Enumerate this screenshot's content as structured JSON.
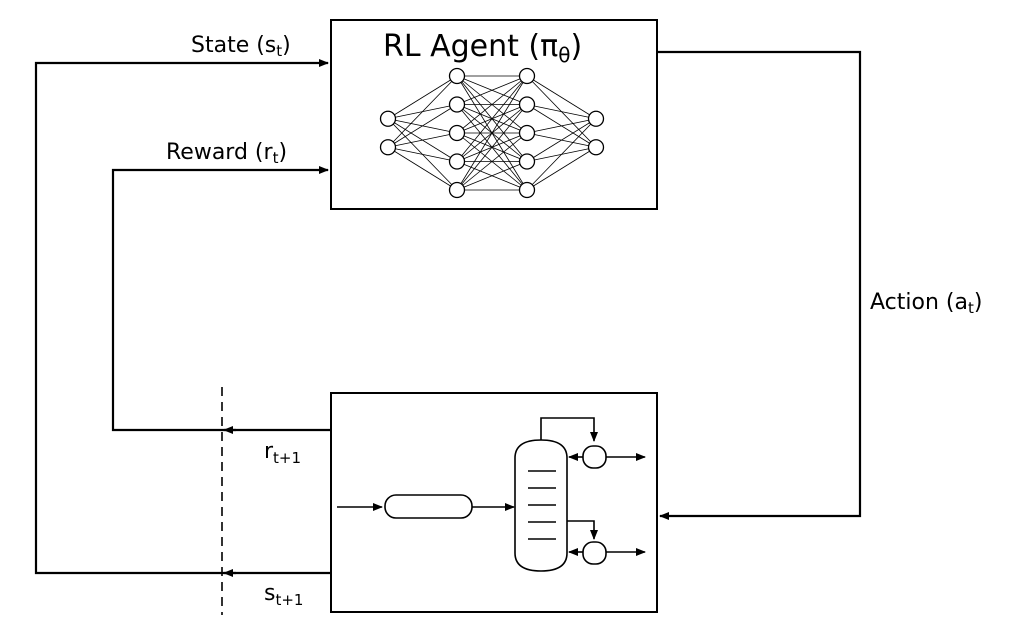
{
  "agent": {
    "title": "RL Agent (π",
    "title_sub": "θ",
    "title_close": ")"
  },
  "state": {
    "label": "State (s",
    "sub": "t",
    "close": ")"
  },
  "reward": {
    "label": "Reward (r",
    "sub": "t",
    "close": ")"
  },
  "action": {
    "label": "Action (a",
    "sub": "t",
    "close": ")"
  },
  "r_next": {
    "label": "r",
    "sub": "t+1"
  },
  "s_next": {
    "label": "s",
    "sub": "t+1"
  },
  "network": {
    "layers": [
      2,
      5,
      5,
      2
    ]
  }
}
